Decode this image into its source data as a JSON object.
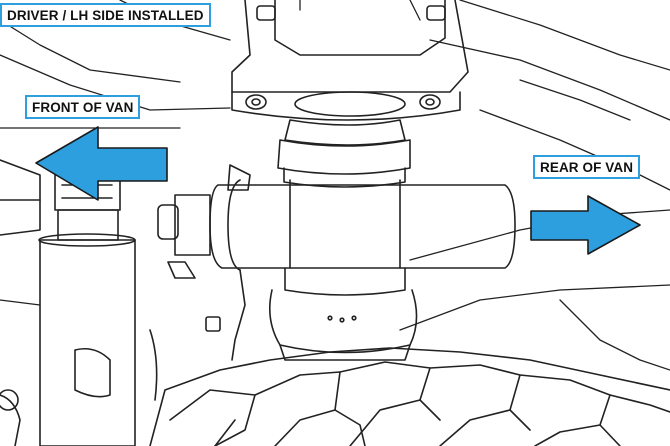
{
  "labels": {
    "driver_side": "DRIVER / LH SIDE INSTALLED",
    "front": "FRONT OF VAN",
    "rear": "REAR OF VAN"
  },
  "colors": {
    "accent": "#2e9fde",
    "arrow_fill": "#2e9fde",
    "line_art": "#222222",
    "background": "#ffffff"
  },
  "arrows": [
    {
      "name": "front-direction-arrow",
      "direction": "left"
    },
    {
      "name": "rear-direction-arrow",
      "direction": "right"
    }
  ]
}
